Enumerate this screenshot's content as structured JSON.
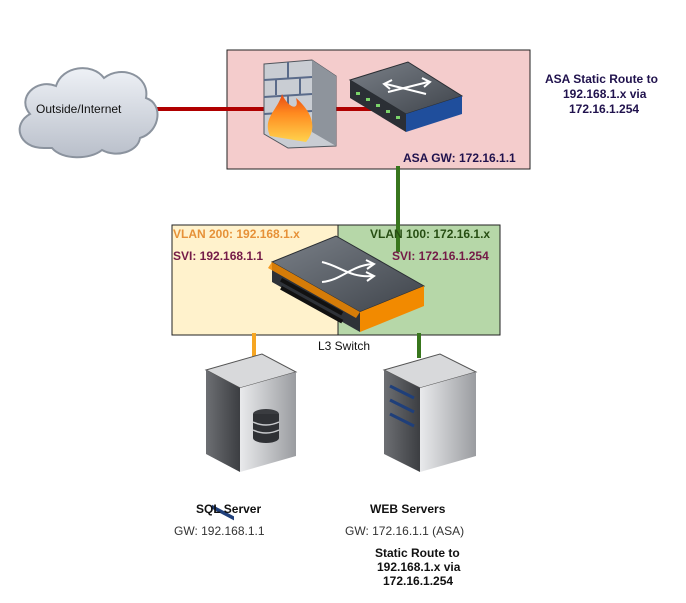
{
  "colors": {
    "asa_zone": "#f4cccc",
    "vlan200_zone": "#fff2cc",
    "vlan100_zone": "#b6d7a8",
    "internet_link": "#b00000",
    "green_link": "#38761d",
    "orange_link": "#f6a623",
    "asa_text": "#20124d",
    "vlan200_text": "#e69138",
    "vlan100_text": "#274e13",
    "svi_text": "#741b47"
  },
  "cloud": {
    "label": "Outside/Internet",
    "icon": "cloud-icon"
  },
  "asa": {
    "icons": [
      "firewall-icon",
      "router-icon"
    ],
    "gw_label": "ASA GW: 172.16.1.1",
    "route_note": [
      "ASA Static Route to",
      "192.168.1.x via",
      "172.16.1.254"
    ]
  },
  "l3switch": {
    "label": "L3 Switch",
    "icon": "l3-switch-icon",
    "vlan200": {
      "title": "VLAN 200: 192.168.1.x",
      "svi": "SVI: 192.168.1.1"
    },
    "vlan100": {
      "title": "VLAN 100: 172.16.1.x",
      "svi": "SVI: 172.16.1.254"
    }
  },
  "sql_server": {
    "name": "SQL Server",
    "gw": "GW: 192.168.1.1",
    "icon": "database-server-icon"
  },
  "web_servers": {
    "name": "WEB Servers",
    "gw": "GW: 172.16.1.1 (ASA)",
    "icon": "server-icon",
    "route_note": [
      "Static Route to",
      "192.168.1.x via",
      "172.16.1.254"
    ]
  }
}
